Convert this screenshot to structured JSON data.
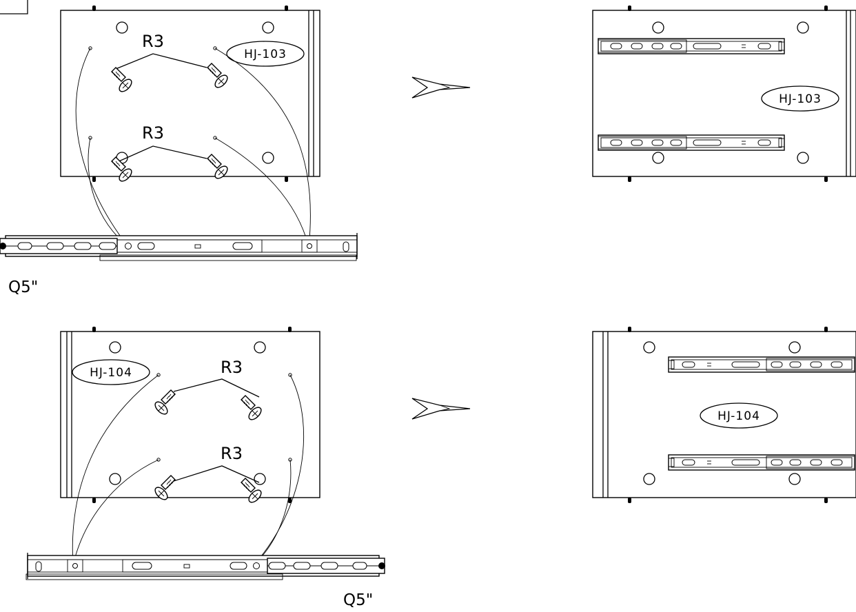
{
  "steps": [
    {
      "panel_tag": "HJ-103",
      "screw_label_top": "R3",
      "screw_label_bottom": "R3",
      "slide_label": "Q5\"",
      "result_tag": "HJ-103"
    },
    {
      "panel_tag": "HJ-104",
      "screw_label_top": "R3",
      "screw_label_bottom": "R3",
      "slide_label": "Q5\"",
      "result_tag": "HJ-104"
    }
  ],
  "colors": {
    "line": "#000000",
    "background": "#ffffff"
  }
}
